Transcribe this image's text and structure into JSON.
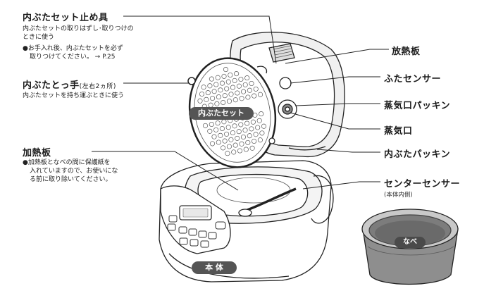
{
  "left_labels": {
    "lid_stopper_title": "内ぶたセット止め具",
    "lid_stopper_desc_1": "内ぶたセットの取りはずし･取りつけの",
    "lid_stopper_desc_2": "ときに使う",
    "lid_stopper_note_1": "●お手入れ後、内ぶたセットを必ず",
    "lid_stopper_note_2": "取りつけてください。 → P.25",
    "lid_handle_title": "内ぶたとっ手",
    "lid_handle_title_sub": "(左右2ヵ所)",
    "lid_handle_desc": "内ぶたセットを持ち運ぶときに使う",
    "heater_title": "加熱板",
    "heater_note_1": "●加熱板となべの間に保護紙を",
    "heater_note_2": "入れていますので、お使いにな",
    "heater_note_3": "る前に取り除いてください。"
  },
  "right_labels": {
    "heat_sink": "放熱板",
    "lid_sensor": "ふたセンサー",
    "steam_vent_packing": "蒸気口パッキン",
    "steam_vent": "蒸気口",
    "inner_lid_packing": "内ぶたパッキン",
    "center_sensor": "センターセンサー",
    "center_sensor_sub": "(本体内側)"
  },
  "badges": {
    "inner_lid_set": "内ぶたセット",
    "main_body": "本 体",
    "pot": "なべ"
  },
  "colors": {
    "line": "#222222",
    "badge": "#555555",
    "pot_fill": "#9a9a9a",
    "pot_dark": "#6e6e6e",
    "pot_rim": "#c8c8c8",
    "body_fill": "#ffffff"
  }
}
